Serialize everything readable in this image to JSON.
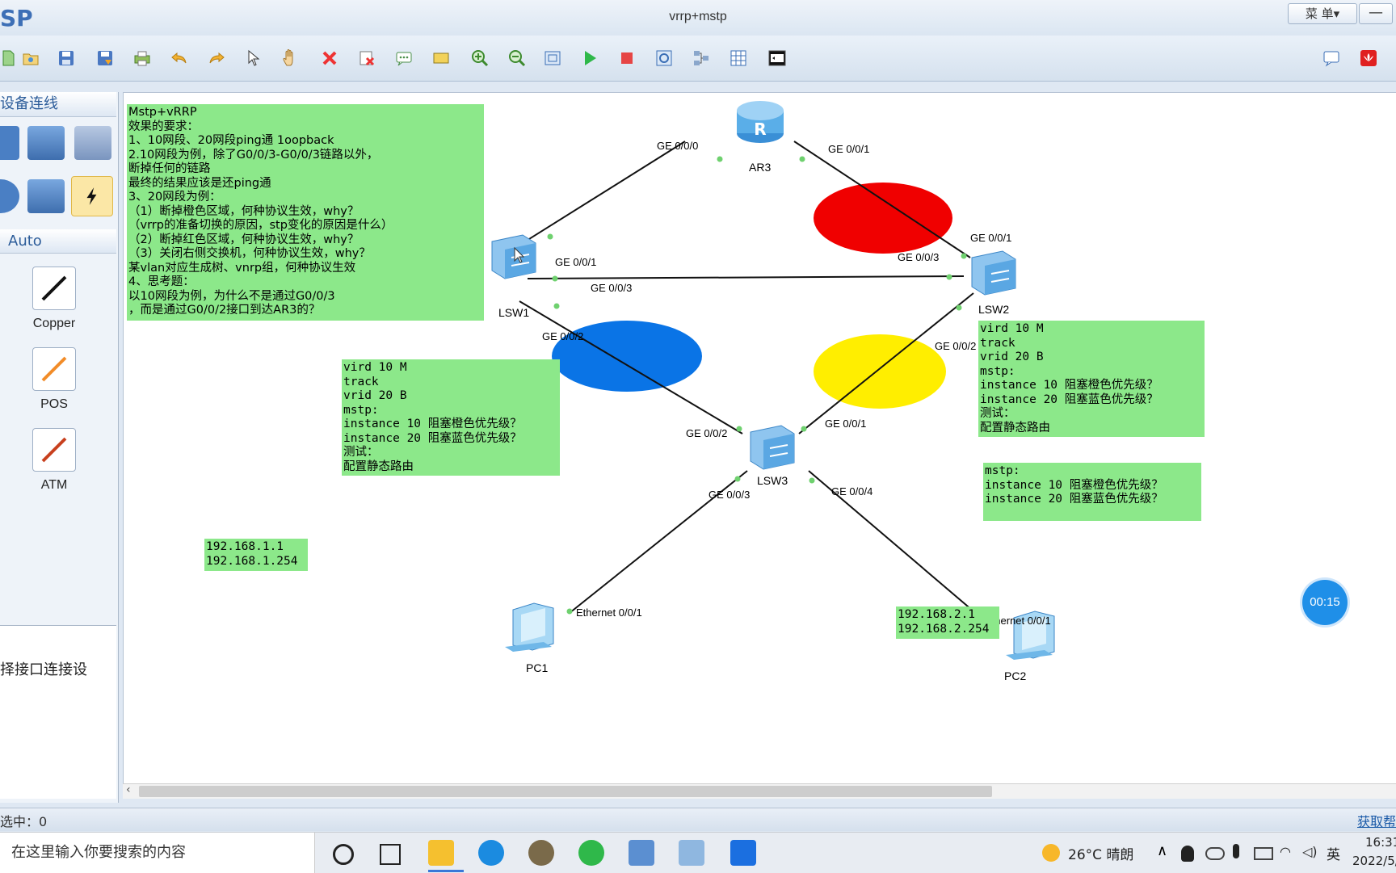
{
  "window": {
    "logo": "SP",
    "title": "vrrp+mstp",
    "menu_label": "菜 单▾",
    "minimize": "—"
  },
  "toolbar": {
    "icons": [
      "new-icon",
      "open-icon",
      "save-icon",
      "save-as-icon",
      "print-icon",
      "undo-icon",
      "redo-icon",
      "select-icon",
      "hand-icon",
      "delete-icon",
      "delete-link-icon",
      "text-icon",
      "rectangle-icon",
      "zoom-in-icon",
      "zoom-out-icon",
      "fit-icon",
      "start-icon",
      "stop-icon",
      "capture-icon",
      "topology-icon",
      "grid-icon",
      "terminal-icon"
    ],
    "right_icons": [
      "chat-icon",
      "huawei-icon"
    ]
  },
  "left_panel": {
    "section_title": "设备连线",
    "auto_label": "Auto",
    "connections": [
      {
        "label": "Copper"
      },
      {
        "label": "POS"
      },
      {
        "label": "ATM"
      }
    ],
    "lower_text": "择接口连接设"
  },
  "notes": {
    "main": "Mstp+vRRP\n效果的要求：\n1、10网段、20网段ping通 1oopback\n2.10网段为例，除了G0/0/3-G0/0/3链路以外，\n断掉任何的链路\n最终的结果应该是还ping通\n3、20网段为例：\n（1）断掉橙色区域，何种协议生效，why？\n（vrrp的准备切换的原因，stp变化的原因是什么）\n（2）断掉红色区域，何种协议生效，why？\n（3）关闭右侧交换机，何种协议生效，why？\n某vlan对应生成树、vnrp组，何种协议生效\n4、思考题：\n以10网段为例，为什么不是通过G0/0/3\n，而是通过G0/0/2接口到达AR3的？",
    "lsw1_cfg": "vird 10 M\ntrack\nvrid 20 B\nmstp:\ninstance 10 阻塞橙色优先级？\ninstance 20 阻塞蓝色优先级？\n测试：\n配置静态路由",
    "lsw2_cfg": "vird 10 M\ntrack\nvrid 20 B\nmstp:\ninstance 10 阻塞橙色优先级？\ninstance 20 阻塞蓝色优先级？\n测试：\n配置静态路由",
    "lsw3_cfg": "mstp:\ninstance 10 阻塞橙色优先级？\ninstance 20 阻塞蓝色优先级？",
    "pc1_ip": "192.168.1.1\n192.168.1.254",
    "pc2_ip": "192.168.2.1\n192.168.2.254"
  },
  "devices": {
    "ar3": "AR3",
    "lsw1": "LSW1",
    "lsw2": "LSW2",
    "lsw3": "LSW3",
    "pc1": "PC1",
    "pc2": "PC2"
  },
  "ports": {
    "ar3_g000": "GE 0/0/0",
    "ar3_g001": "GE 0/0/1",
    "lsw1_g001": "GE 0/0/1",
    "lsw1_g003": "GE 0/0/3",
    "lsw1_g002": "GE 0/0/2",
    "lsw2_g001": "GE 0/0/1",
    "lsw2_g003": "GE 0/0/3",
    "lsw2_g002": "GE 0/0/2",
    "lsw3_g002": "GE 0/0/2",
    "lsw3_g001": "GE 0/0/1",
    "lsw3_g003": "GE 0/0/3",
    "lsw3_g004": "GE 0/0/4",
    "pc1_eth": "Ethernet 0/0/1",
    "pc2_eth": "Ethernet 0/0/1"
  },
  "zones": {
    "red": "#f00000",
    "blue": "#0a74e6",
    "yellow": "#ffee00"
  },
  "timer": "00:15",
  "status": {
    "selected": "选中：0",
    "help": "获取帮"
  },
  "taskbar": {
    "search_placeholder": "在这里输入你要搜索的内容",
    "weather": "26°C  晴朗",
    "ime": "英",
    "time": "16:31",
    "date": "2022/5/"
  }
}
